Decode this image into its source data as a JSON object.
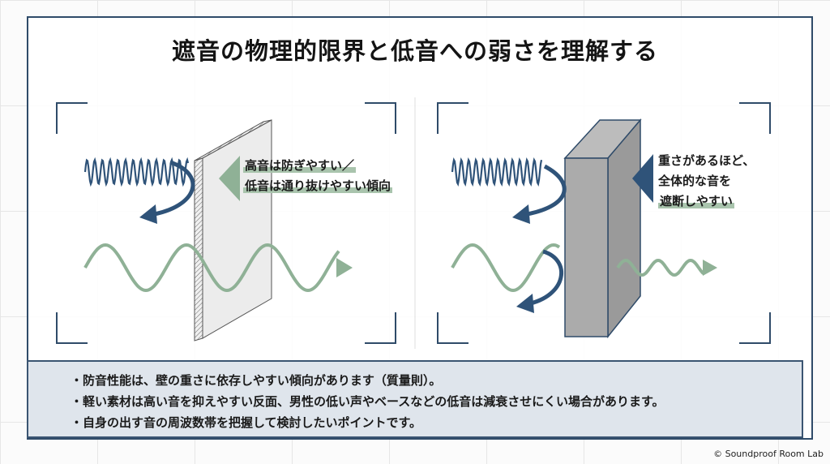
{
  "title": "遮音の物理的限界と低音への弱さを理解する",
  "left_panel": {
    "label_lines": [
      "高音は防ぎやすい／",
      "低音は通り抜けやすい傾向"
    ]
  },
  "right_panel": {
    "label_lines": [
      "重さがあるほど、",
      "全体的な音を",
      "遮断しやすい"
    ]
  },
  "info": {
    "bullets": [
      "・防音性能は、壁の重さに依存しやすい傾向があります（質量則）。",
      "・軽い素材は高い音を抑えやすい反面、男性の低い声やベースなどの低音は減衰させにくい場合があります。",
      "・自身の出す音の周波数帯を把握して検討したいポイントです。"
    ]
  },
  "copyright": "© Soundproof Room Lab",
  "colors": {
    "navy": "#2f5379",
    "green": "#8fb196",
    "frame": "#2f4b69",
    "info_bg": "#dfe5ec"
  }
}
